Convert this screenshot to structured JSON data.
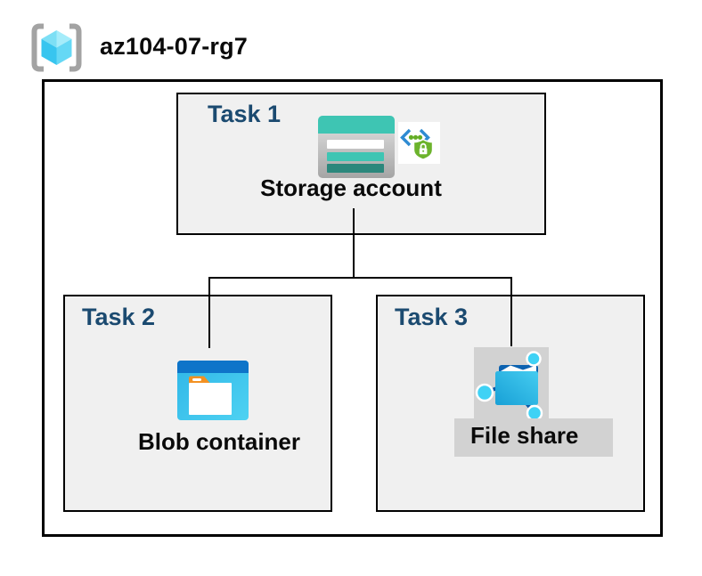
{
  "title": "az104-07-rg7",
  "tasks": [
    {
      "label": "Task 1",
      "caption": "Storage account",
      "icons": [
        "storage-account-icon",
        "sas-security-icon"
      ]
    },
    {
      "label": "Task 2",
      "caption": "Blob container",
      "icons": [
        "blob-container-icon"
      ]
    },
    {
      "label": "Task 3",
      "caption": "File share",
      "icons": [
        "file-share-icon"
      ]
    }
  ],
  "header_icon": "resource-group-icon",
  "colors": {
    "task_label": "#1b4a70",
    "box_fill": "#f0f0f0",
    "box_border": "#000000",
    "fileshare_highlight": "#d2d2d2",
    "storage_teal": "#3ec5b3",
    "storage_teal_dark": "#2b877c",
    "blob_blue": "#0e74c9",
    "blob_cyan": "#38c3ee",
    "folder_tab_orange": "#f39122",
    "sas_green": "#6cb32c",
    "sas_blue": "#2e8bd2",
    "fileshare_blue_dark": "#0c62b0",
    "fileshare_cyan": "#3fd2f5",
    "bracket_grey": "#a3a3a3"
  }
}
